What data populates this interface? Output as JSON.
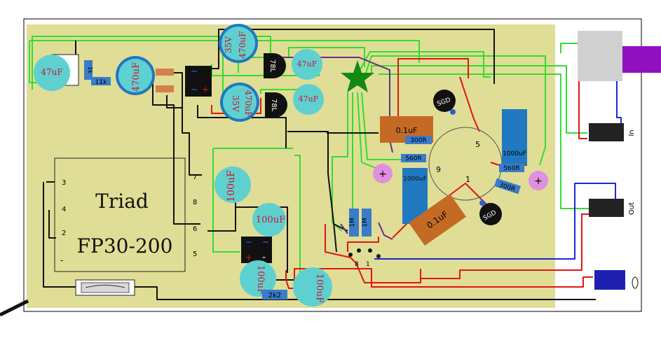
{
  "colors": {
    "board": "#e0dd96",
    "chassis_line": "#000000",
    "wire_black": "#111111",
    "wire_green": "#33dd33",
    "wire_red": "#e01515",
    "wire_blue": "#1a2ad0",
    "wire_purple": "#6a2a8a",
    "cap_teal": "#5fd0d0",
    "cap_blue": "#2078c0",
    "cap_orange": "#c46a25",
    "resistor_blue": "#3a7cc8",
    "mark_red": "#d01030",
    "star_green": "#138a13",
    "bias_pink": "#e090e0",
    "jack_purple": "#9010c0",
    "power_jack_blue": "#2020b0"
  },
  "transformer": {
    "brand": "Triad",
    "model": "FP30-200",
    "pins": [
      "3",
      "4",
      "2",
      "-",
      "7",
      "8",
      "6",
      "5"
    ]
  },
  "caps": {
    "c47_left": "47uF",
    "c470_top": "470uF",
    "c470_a": "470uF",
    "c470_a_v": "35V",
    "c470_b": "470uF",
    "c470_b_v": "35V",
    "c47_r1": "47uF",
    "c47_r2": "47uF",
    "c100_a": "100uF",
    "c100_b": "100uF",
    "c100_c": "100uF",
    "c100_d": "100uF",
    "film_top": "0.1uF",
    "film_bottom": "0.1uF",
    "elec_left": "1000uF",
    "elec_right": "1000uF"
  },
  "regulators": {
    "top": "78L",
    "bottom": "78L"
  },
  "resistors": {
    "r11k": "11k",
    "r1k": "1k",
    "r300_top": "300R",
    "r560_left": "560R",
    "r560_right": "560R",
    "r300_bottom": "300R",
    "r1m_a": "1M",
    "r1m_b": "1M",
    "r2k2": "2k2"
  },
  "mosfets": {
    "top_pins": "SGD",
    "bottom_pins": "SGD"
  },
  "socket_pins": {
    "p5": "5",
    "p9": "9",
    "p1": "1"
  },
  "switch_pins": {
    "p8": "8",
    "p1": "1"
  },
  "bias": {
    "plus": "+"
  },
  "bridge_symbols": {
    "ac": "~",
    "plus": "+",
    "minus": "-"
  },
  "jacks": {
    "in": "In",
    "out": "Out"
  }
}
